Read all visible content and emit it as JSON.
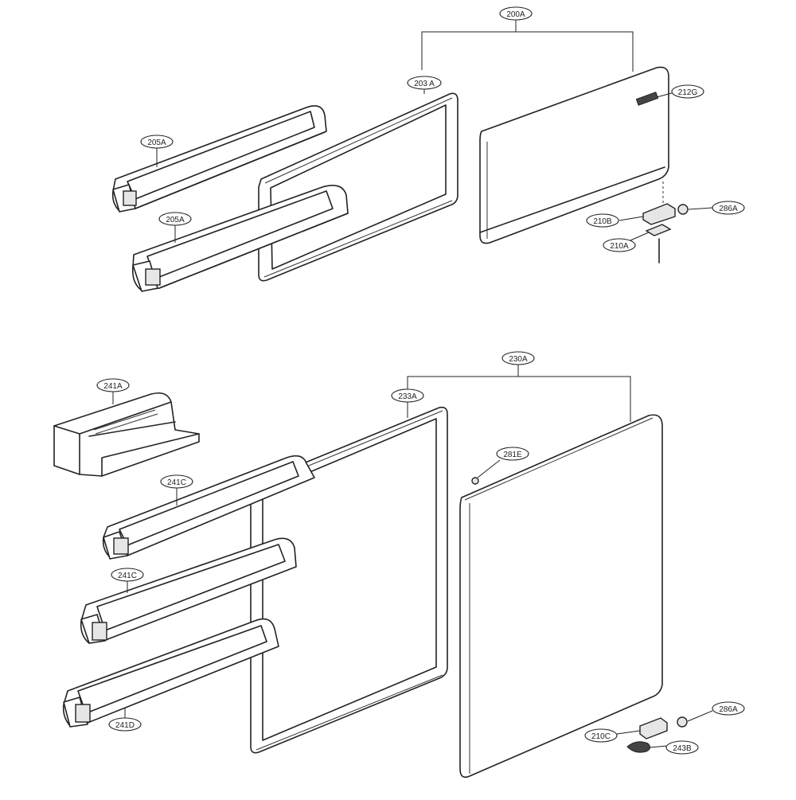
{
  "callouts": {
    "c200A": "200A",
    "c203A": "203 A",
    "c205A_1": "205A",
    "c205A_2": "205A",
    "c212G": "212G",
    "c286A_1": "286A",
    "c210B": "210B",
    "c210A": "210A",
    "c230A": "230A",
    "c233A": "233A",
    "c241A": "241A",
    "c241C_1": "241C",
    "c241C_2": "241C",
    "c241D": "241D",
    "c281E": "281E",
    "c286A_2": "286A",
    "c210C": "210C",
    "c243B": "243B"
  }
}
